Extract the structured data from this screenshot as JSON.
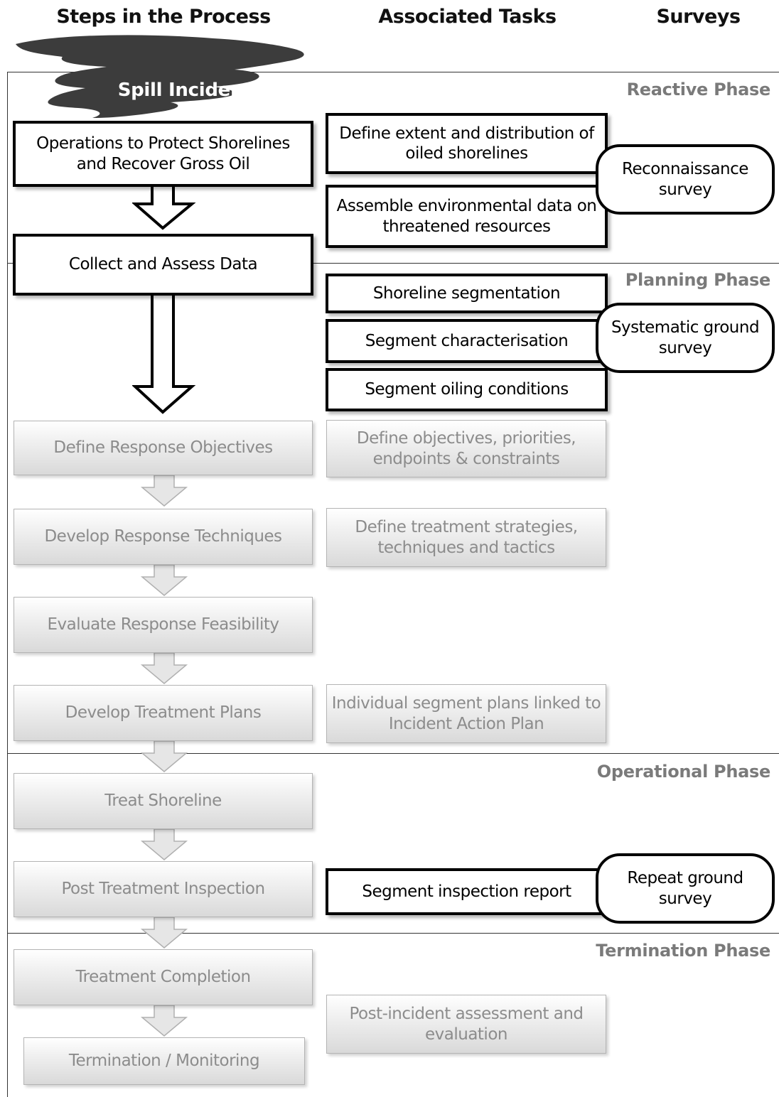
{
  "headers": {
    "steps": "Steps in the Process",
    "tasks": "Associated Tasks",
    "surveys": "Surveys"
  },
  "incident": "Spill Incident",
  "phases": {
    "reactive": "Reactive Phase",
    "planning": "Planning Phase",
    "operational": "Operational Phase",
    "termination": "Termination Phase"
  },
  "steps": {
    "protect": "Operations to Protect Shorelines and Recover Gross Oil",
    "collect": "Collect and Assess Data",
    "objectives": "Define Response Objectives",
    "techniques": "Develop Response Techniques",
    "feasibility": "Evaluate Response Feasibility",
    "plans": "Develop Treatment Plans",
    "treat": "Treat Shoreline",
    "inspection": "Post Treatment Inspection",
    "completion": "Treatment Completion",
    "termination": "Termination / Monitoring"
  },
  "tasks": {
    "extent": "Define extent and distribution of oiled shorelines",
    "environmental": "Assemble environmental data on threatened resources",
    "segmentation": "Shoreline segmentation",
    "characterisation": "Segment characterisation",
    "oiling": "Segment oiling conditions",
    "objectives": "Define objectives, priorities, endpoints & constraints",
    "strategies": "Define treatment strategies, techniques and tactics",
    "segment_plans": "Individual segment plans linked to Incident Action Plan",
    "inspection_report": "Segment inspection report",
    "post_incident": "Post-incident assessment and evaluation"
  },
  "surveys": {
    "reconnaissance": "Reconnaissance survey",
    "systematic": "Systematic ground survey",
    "repeat": "Repeat ground survey"
  },
  "colors": {
    "active_border": "#000000",
    "inactive_text": "#8c8c8c",
    "inactive_border": "#b4b4b4",
    "phase_label": "#7a7a7a",
    "incident_fill": "#3c3c3c"
  }
}
